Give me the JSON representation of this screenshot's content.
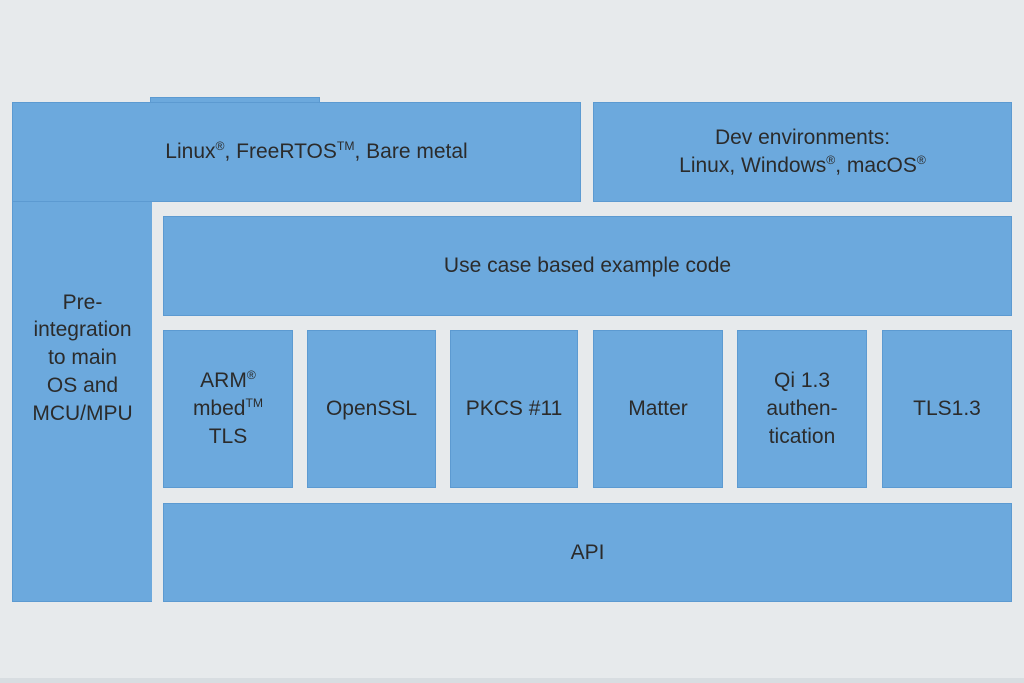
{
  "colors": {
    "box_fill": "#6CA9DD",
    "box_edge": "#5C9AD1",
    "background": "#E7EAEC",
    "text": "#2B2B2B",
    "footer_line": "#D8DDE1"
  },
  "boxes": {
    "pre_integration": {
      "lines": [
        "Pre-",
        "integration",
        "to main",
        "OS and",
        "MCU/MPU"
      ]
    },
    "os_support": {
      "parts": [
        "Linux",
        "®",
        ", FreeRTOS",
        "TM",
        ", Bare metal"
      ]
    },
    "dev_environments": {
      "line1": "Dev environments:",
      "line2_parts": [
        "Linux, Windows",
        "®",
        ", macOS",
        "®"
      ]
    },
    "use_case": {
      "label": "Use case based example code"
    },
    "arm_mbed_tls": {
      "line1_parts": [
        "ARM",
        "®"
      ],
      "line2_parts": [
        "mbed",
        "TM"
      ],
      "line3": "TLS"
    },
    "openssl": {
      "label": "OpenSSL"
    },
    "pkcs11": {
      "label": "PKCS #11"
    },
    "matter": {
      "label": "Matter"
    },
    "qi_authentication": {
      "lines": [
        "Qi 1.3",
        "authen-",
        "tication"
      ]
    },
    "tls13": {
      "label": "TLS1.3"
    },
    "api": {
      "label": "API"
    }
  }
}
